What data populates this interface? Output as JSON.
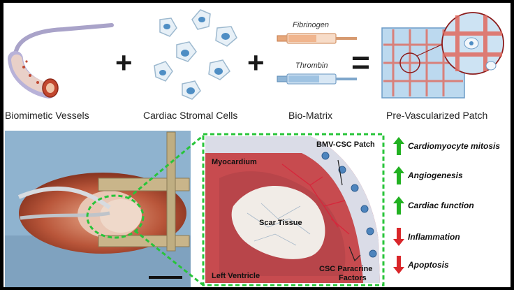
{
  "top_row": {
    "components": [
      {
        "label": "Biomimetic Vessels"
      },
      {
        "label": "Cardiac Stromal Cells"
      },
      {
        "label": "Bio-Matrix"
      },
      {
        "label": "Pre-Vascularized  Patch"
      }
    ],
    "operators": {
      "plus1": "+",
      "plus2": "+",
      "equals": "="
    },
    "syringes": {
      "top": "Fibrinogen",
      "bottom": "Thrombin"
    }
  },
  "heart_panel": {
    "labels": {
      "myocardium": "Myocardium",
      "patch": "BMV-CSC Patch",
      "scar": "Scar Tissue",
      "ventricle": "Left Ventricle",
      "paracrine_line1": "CSC Paracrine",
      "paracrine_line2": "Factors"
    }
  },
  "effects": [
    {
      "label": "Cardiomyocyte mitosis",
      "direction": "up",
      "color": "#21b121"
    },
    {
      "label": "Angiogenesis",
      "direction": "up",
      "color": "#21b121"
    },
    {
      "label": "Cardiac function",
      "direction": "up",
      "color": "#21b121"
    },
    {
      "label": "Inflammation",
      "direction": "down",
      "color": "#d9262a"
    },
    {
      "label": "Apoptosis",
      "direction": "down",
      "color": "#d9262a"
    }
  ]
}
